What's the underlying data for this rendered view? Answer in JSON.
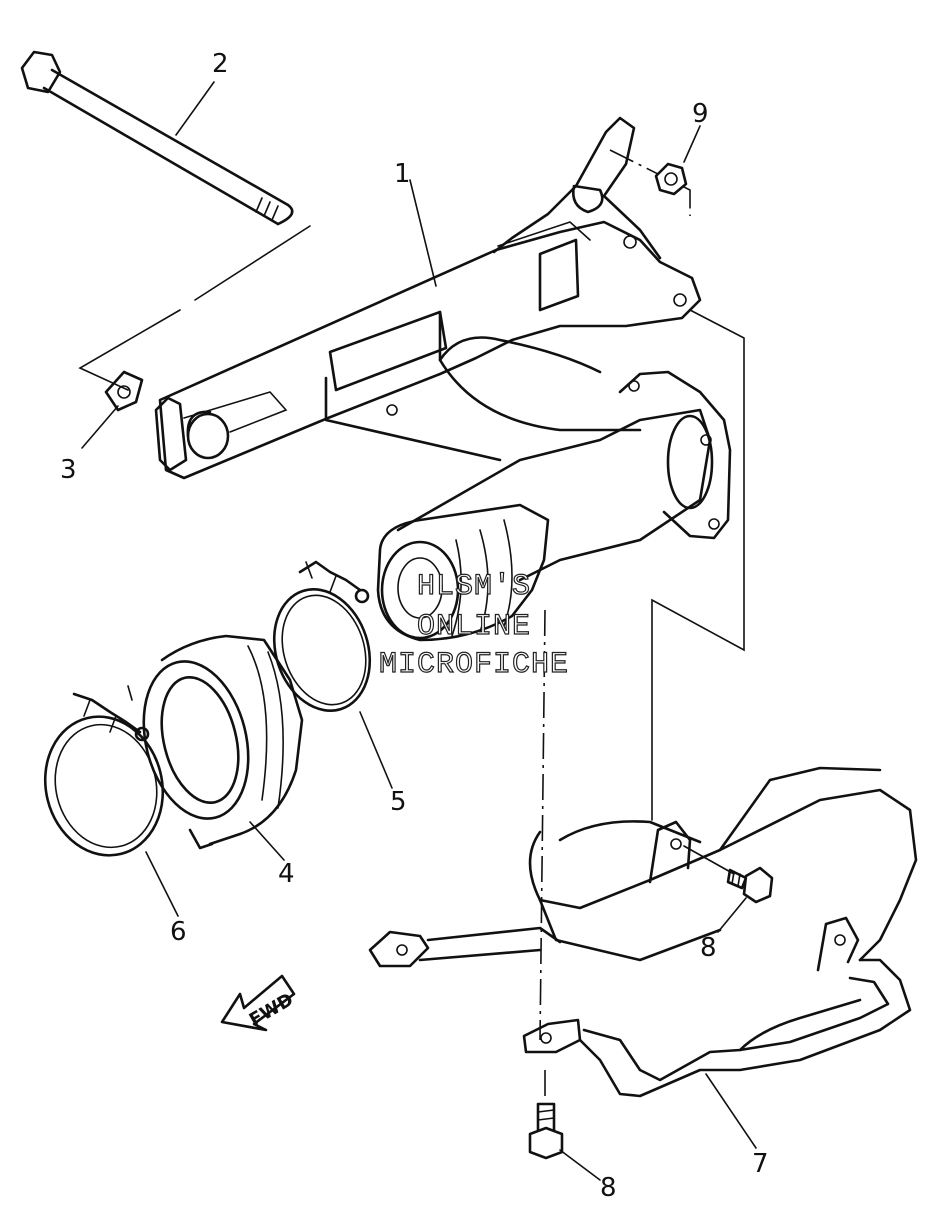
{
  "callouts": {
    "c1": "1",
    "c2": "2",
    "c3": "3",
    "c4": "4",
    "c5": "5",
    "c6": "6",
    "c7": "7",
    "c8a": "8",
    "c8b": "8",
    "c9": "9"
  },
  "watermark": {
    "line1": "HLSM'S",
    "line2": "ONLINE",
    "line3": "MICROFICHE"
  },
  "fwd_label": "FWD"
}
